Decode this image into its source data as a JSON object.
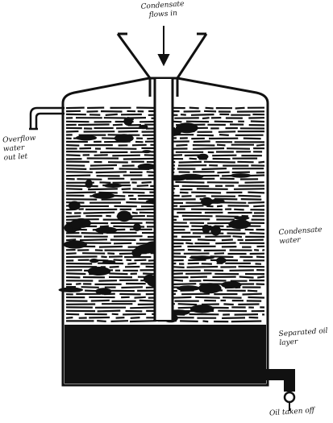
{
  "labels": {
    "inlet": "Condensate\nflows in",
    "outlet": "Overflow\nwater\nout let",
    "water": "Condensate\nwater",
    "oil": "Separated oil\nlayer",
    "tap": "Oil taken off"
  },
  "colors": {
    "ink": "#111111",
    "paper": "#ffffff"
  },
  "icons": {
    "inlet_arrow": "arrow-down-icon",
    "tap": "valve-icon"
  }
}
